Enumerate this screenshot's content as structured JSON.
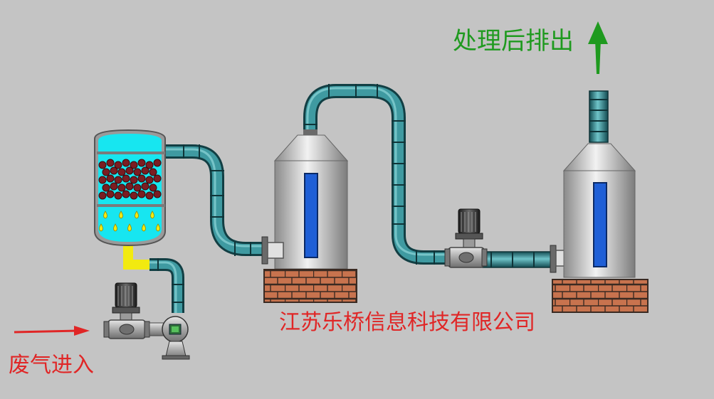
{
  "labels": {
    "outlet": "处理后排出",
    "inlet": "废气进入",
    "company": "江苏乐桥信息科技有限公司"
  },
  "colors": {
    "background": "#c4c4c4",
    "pipe": "#2e7f86",
    "tank_liquid": "#17e6f0",
    "level_indicator": "#1f5fd6",
    "brick": "#c8734e",
    "inlet_arrow": "#e02626",
    "outlet_arrow": "#1f9a1f"
  },
  "icons": [
    "tower-icon",
    "pump-icon",
    "valve-icon",
    "fan-icon",
    "brick-base-icon",
    "arrow-icon"
  ]
}
